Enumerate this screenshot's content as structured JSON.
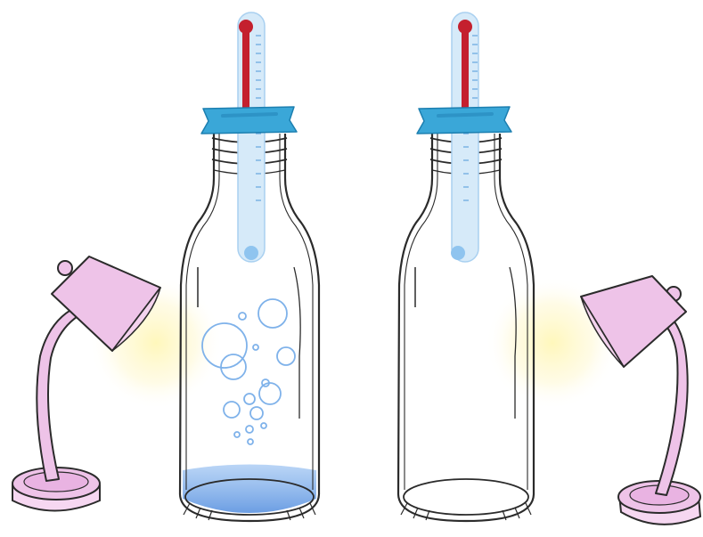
{
  "scene": {
    "background": "#ffffff",
    "outline_color": "#2b2b2b",
    "cap_color": "#3aa7d8",
    "thermometer_red": "#c4202e",
    "thermometer_glass": "#cfe7f8",
    "lamp_color": "#eec3e8",
    "light_glow_color": "#fff3a6",
    "water_color": "#6fa3e6",
    "bubble_color": "#7fb2ea"
  },
  "setups": [
    {
      "name": "left-setup",
      "lamp_side": "left",
      "bottle_contents": "water-with-bubbles",
      "icons": [
        "lamp-icon",
        "bottle-icon",
        "thermometer-icon",
        "bubble-icon"
      ]
    },
    {
      "name": "right-setup",
      "lamp_side": "right",
      "bottle_contents": "empty",
      "icons": [
        "lamp-icon",
        "bottle-icon",
        "thermometer-icon"
      ]
    }
  ]
}
